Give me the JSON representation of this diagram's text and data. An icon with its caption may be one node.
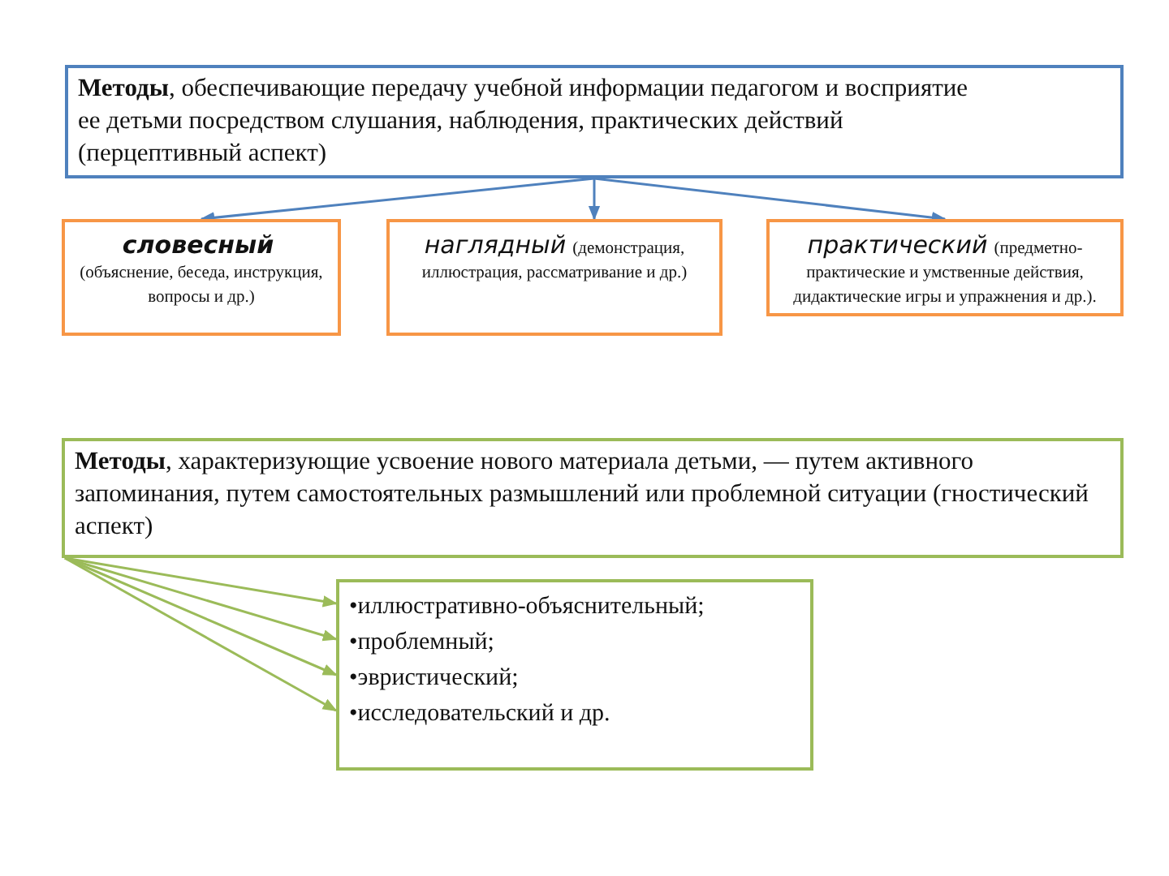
{
  "diagram": {
    "nodes": [
      {
        "text": [
          "**Методы**, обеспечивающие передачу учебной информации педагогом и восприятие ее детьми посредством слушания, наблюдения, практических действий (перцептивный аспект)"
        ]
      },
      {
        "text": [
          "словесный",
          "(объяснение, беседа, инструкция, вопросы и др.)"
        ]
      },
      {
        "text": [
          "наглядный",
          "(демонстрация, иллюстрация, рассматривание и др.)"
        ]
      },
      {
        "text": [
          "практический",
          "(предметно-практические и умственные действия, дидактические игры и упражнения и др.)."
        ]
      },
      {
        "text": [
          "**Методы**, характеризующие усвоение нового материала детьми, — путем активного запоминания, путем самостоятельных размышлений или проблемной ситуации (гностический аспект)"
        ]
      },
      {
        "text": [],
        "shape": "box"
      },
      {
        "text": [
          "•иллюстративно-объяснительный;"
        ],
        "in": 5
      },
      {
        "text": [
          "•проблемный;"
        ],
        "in": 5
      },
      {
        "text": [
          "•эвристический;"
        ],
        "in": 5
      },
      {
        "text": [
          "•исследовательский и др."
        ],
        "in": 5
      }
    ],
    "edges": [
      {
        "from": 0,
        "to": 1,
        "arrow": "to",
        "color": "#4f81bd"
      },
      {
        "from": 0,
        "to": 2,
        "arrow": "to",
        "color": "#4f81bd"
      },
      {
        "from": 0,
        "to": 3,
        "arrow": "to",
        "color": "#4f81bd"
      },
      {
        "from": 4,
        "to": 6,
        "arrow": "to"
      },
      {
        "from": 4,
        "to": 7,
        "arrow": "to"
      },
      {
        "from": 4,
        "to": 8,
        "arrow": "to"
      },
      {
        "from": 4,
        "to": 9,
        "arrow": "to"
      }
    ]
  }
}
